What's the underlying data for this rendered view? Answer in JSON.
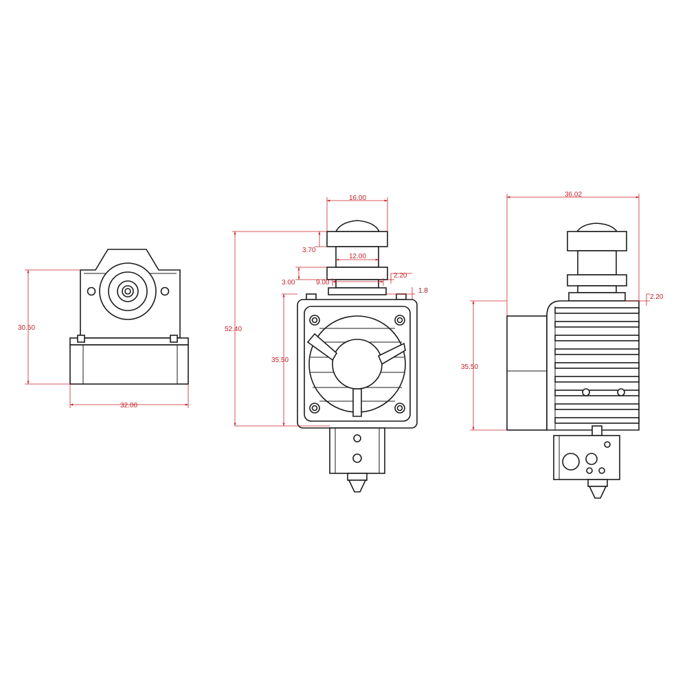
{
  "views": {
    "left": {
      "dims": {
        "height": "30.50",
        "width": "32.00"
      }
    },
    "middle": {
      "dims": {
        "top_width": "16.00",
        "collar_height": "3.70",
        "neck_width": "12.00",
        "total_height": "52.40",
        "gap_height": "3.00",
        "inner_width": "9.00",
        "offset_a": "2.20",
        "offset_b": "1.8",
        "fan_height": "35.50"
      }
    },
    "right": {
      "dims": {
        "width": "36.02",
        "offset": "2.20",
        "height": "35.50"
      }
    }
  },
  "colors": {
    "dimension": "#c8232a",
    "outline": "#1a1a1a",
    "background": "#ffffff"
  }
}
